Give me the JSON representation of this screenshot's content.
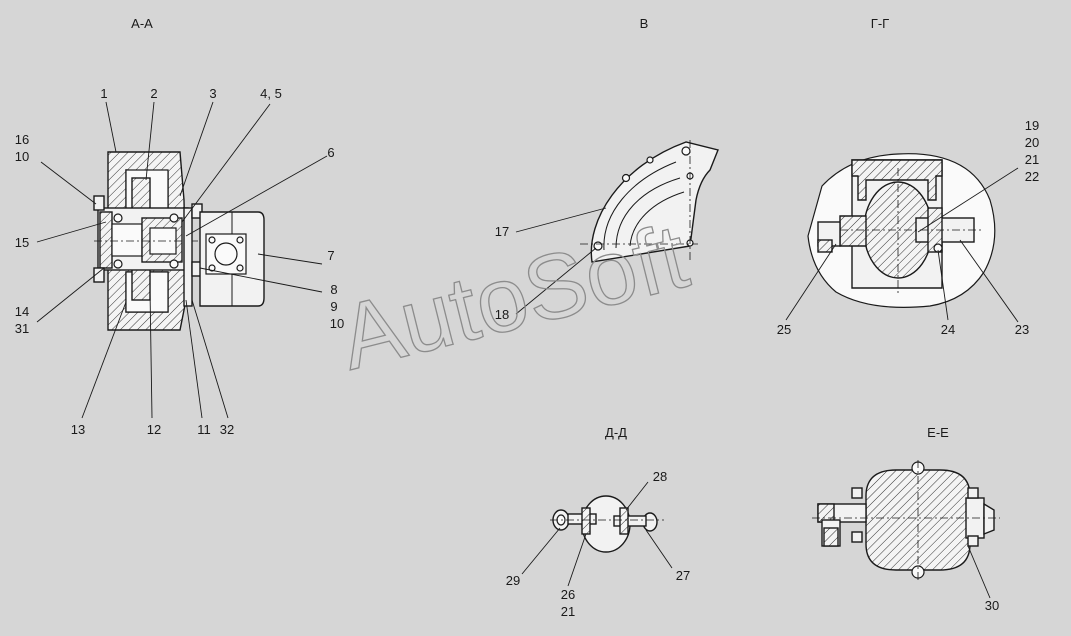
{
  "views": {
    "aa": "А-А",
    "b": "В",
    "gg": "Г-Г",
    "dd": "Д-Д",
    "ee": "Е-Е"
  },
  "callouts": {
    "c1": "1",
    "c2": "2",
    "c3": "3",
    "c45": "4, 5",
    "c6": "6",
    "c16": "16",
    "c10a": "10",
    "c15": "15",
    "c7": "7",
    "c8": "8",
    "c9": "9",
    "c10b": "10",
    "c14": "14",
    "c31": "31",
    "c13": "13",
    "c12": "12",
    "c11": "11",
    "c32": "32",
    "c17": "17",
    "c18": "18",
    "c19": "19",
    "c20": "20",
    "c21a": "21",
    "c22": "22",
    "c25": "25",
    "c24": "24",
    "c23": "23",
    "c28": "28",
    "c29": "29",
    "c26": "26",
    "c21b": "21",
    "c27": "27",
    "c30": "30"
  },
  "watermark": "AutoSoft"
}
